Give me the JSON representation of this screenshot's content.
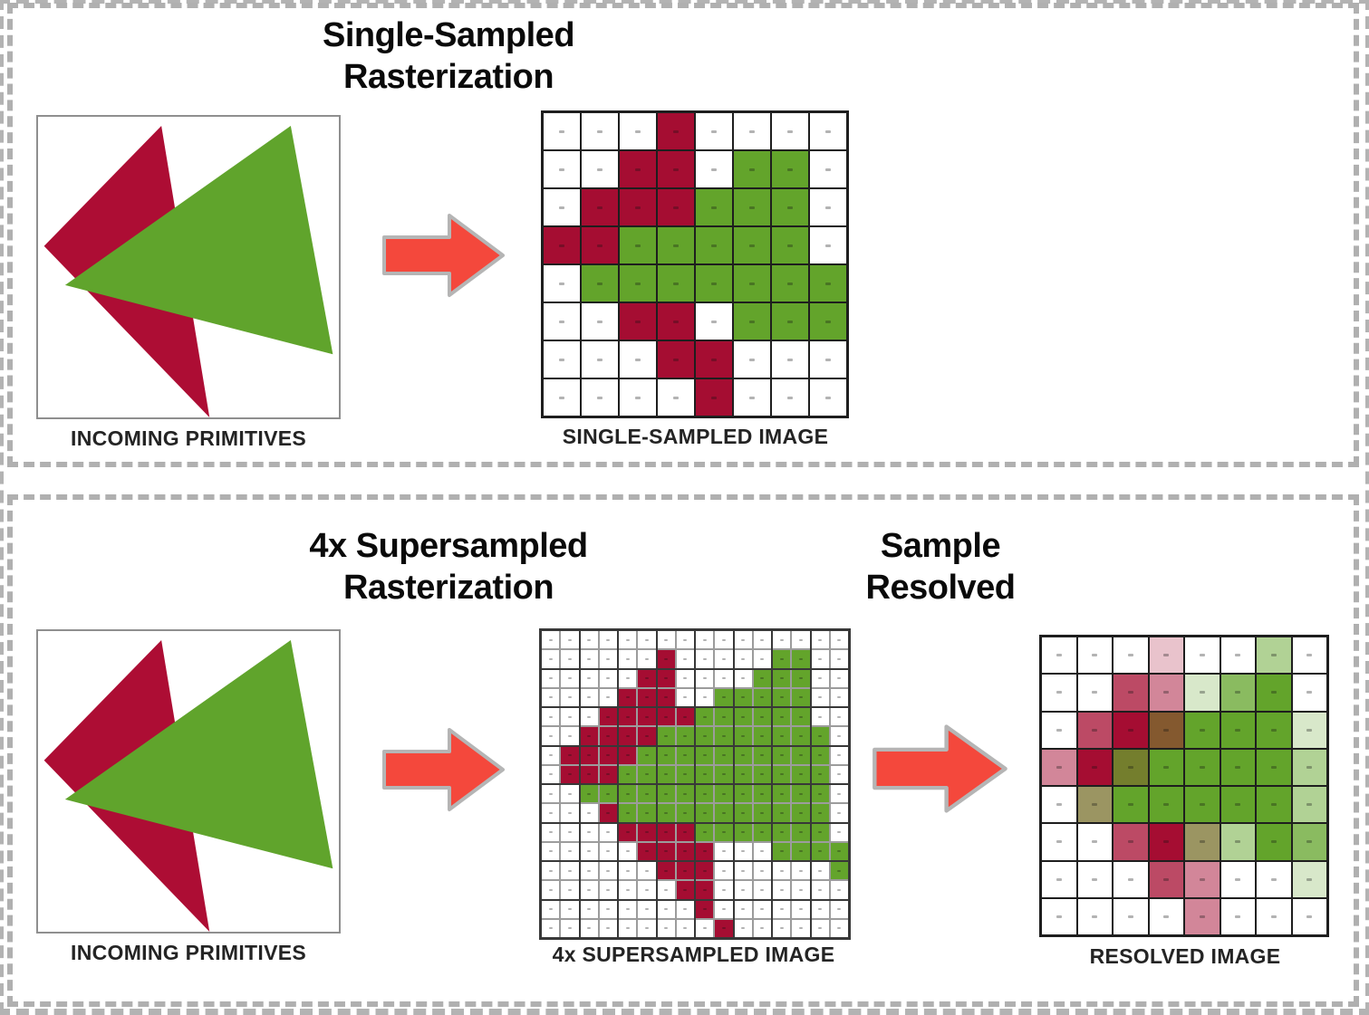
{
  "colors": {
    "sample_white": "#ffffff",
    "sample_red": "#a50d32",
    "sample_green": "#63a42b",
    "primitive_red": "#ad0d34",
    "primitive_green": "#60a42c",
    "arrow_fill": "#f4483c",
    "arrow_stroke": "#b5b5b5",
    "panel_border": "#b0b0b0"
  },
  "panel_top": {
    "title": {
      "line1": "Single-Sampled",
      "line2": "Rasterization"
    },
    "incoming_label": "INCOMING PRIMITIVES",
    "output_label": "SINGLE-SAMPLED IMAGE",
    "grid_rows": [
      "WWWRWWWW",
      "WWRRWGGW",
      "WRRRGGGW",
      "RRGGGGGW",
      "WGGGGGGG",
      "WWRRWGGG",
      "WWWRRWWW",
      "WWWWRWWW"
    ]
  },
  "panel_bottom": {
    "title_rasterization": {
      "line1": "4x Supersampled",
      "line2": "Rasterization"
    },
    "title_resolve": {
      "line1": "Sample",
      "line2": "Resolved"
    },
    "incoming_label": "INCOMING PRIMITIVES",
    "supersampled_label": "4x SUPERSAMPLED IMAGE",
    "resolved_label": "RESOLVED IMAGE",
    "supersampled_grid_rows": [
      "WWWWWWWWWWWWWWWW",
      "WWWWWWRWWWWWGGWW",
      "WWWWWRRWWWWGGGWW",
      "WWWWRRRWWGGGGGWW",
      "WWWRRRRRGGGGGGWW",
      "WWRRRRGGGGGGGGGW",
      "WRRRRGGGGGGGGGGW",
      "WRRRGGGGGGGGGGGW",
      "WWGGGGGGGGGGGGGW",
      "WWWRGGGGGGGGGGGW",
      "WWWWRRRRGGGGGGGW",
      "WWWWWRRRRWWWGGGG",
      "WWWWWWRRRWWWWWWG",
      "WWWWWWWRRWWWWWWW",
      "WWWWWWWWRWWWWWWW",
      "WWWWWWWWWRWWWWWW"
    ],
    "resolved_rule": "each resolved pixel = average of its 2x2 supersample block"
  }
}
